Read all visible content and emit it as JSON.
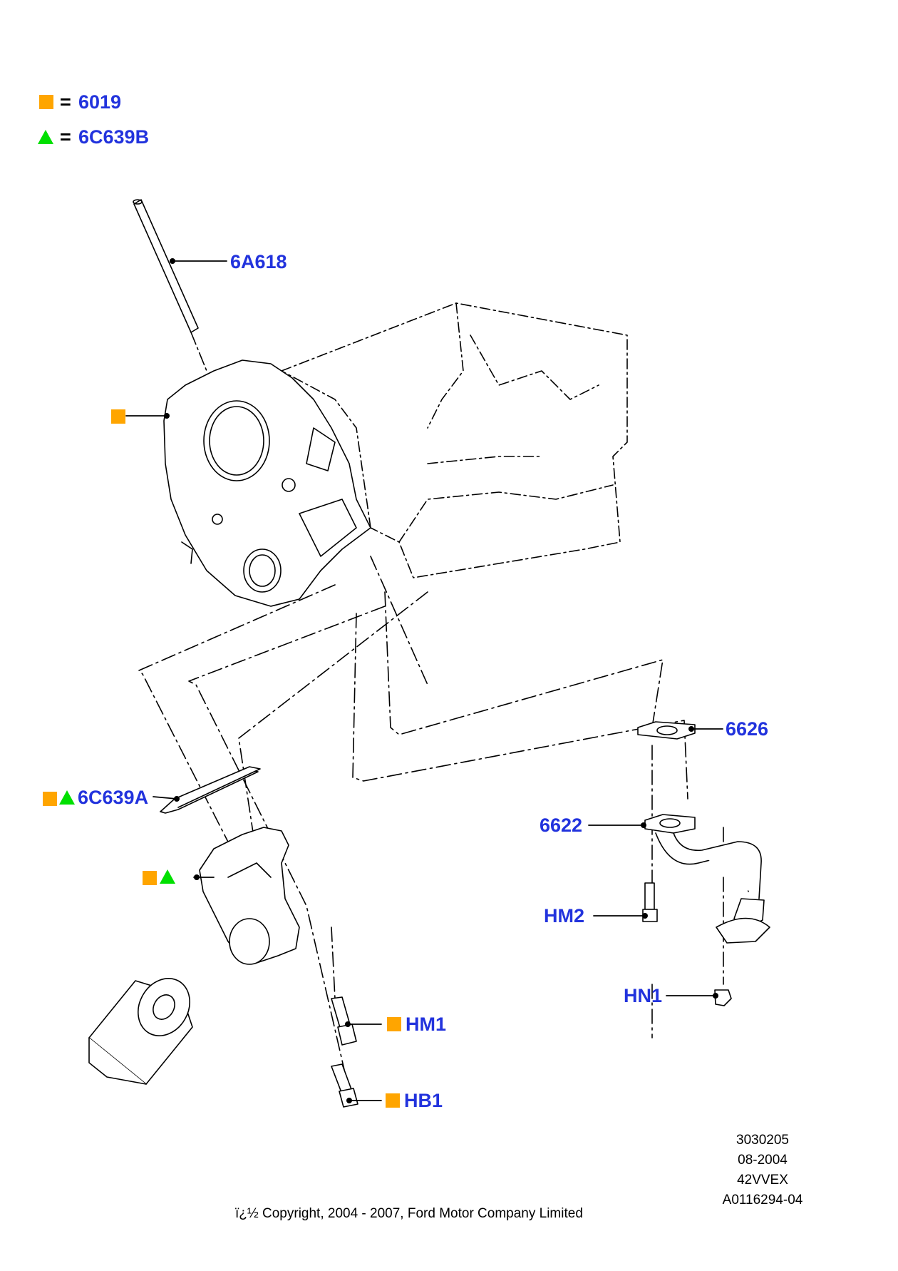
{
  "colors": {
    "label": "#2233dd",
    "square_symbol": "#ffa500",
    "triangle_symbol": "#00e000",
    "line": "#000000"
  },
  "legend": [
    {
      "symbol": "square",
      "equals": "=",
      "code": "6019"
    },
    {
      "symbol": "triangle",
      "equals": "=",
      "code": "6C639B"
    }
  ],
  "callouts": {
    "dipstick_tube": "6A618",
    "gasket_top": "6C639A",
    "oil_pump_gasket": "6626",
    "oil_pickup_tube": "6622",
    "bolt_hm2": "HM2",
    "nut_hn1": "HN1",
    "bolt_hm1": "HM1",
    "bolt_hb1": "HB1"
  },
  "reference": {
    "line1": "3030205",
    "line2": "08-2004",
    "line3": "42VVEX",
    "line4": "A0116294-04"
  },
  "copyright": "ï¿½ Copyright, 2004 - 2007, Ford Motor Company Limited"
}
